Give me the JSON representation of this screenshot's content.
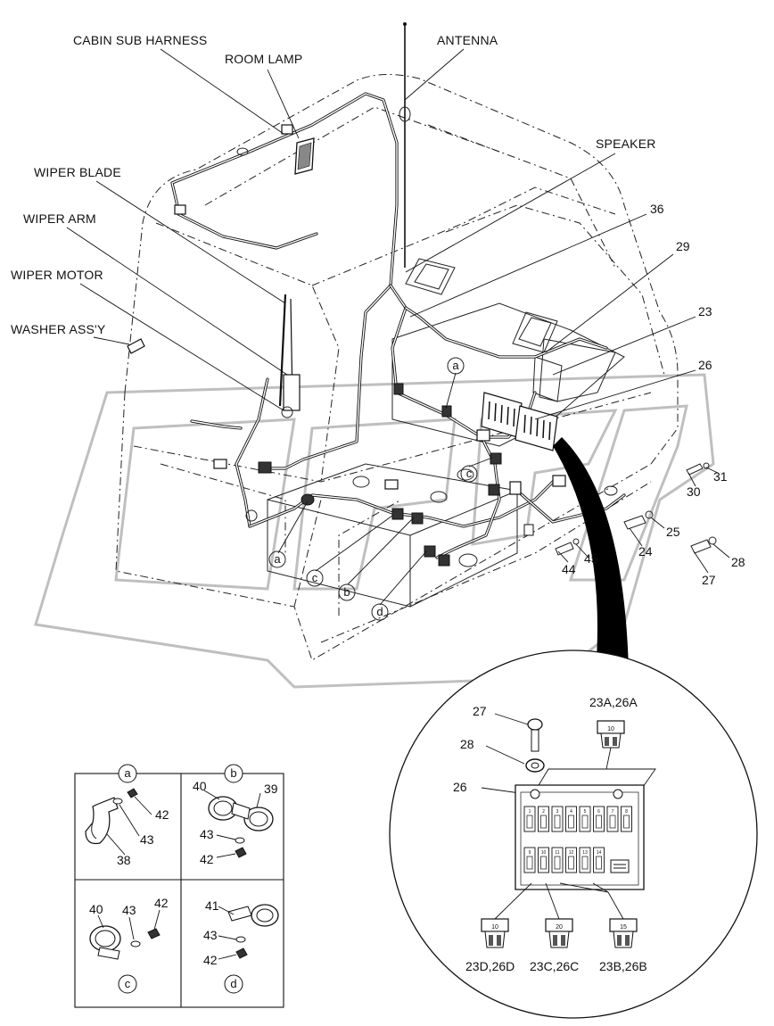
{
  "labels": {
    "cabin_sub_harness": "CABIN SUB HARNESS",
    "room_lamp": "ROOM LAMP",
    "antenna": "ANTENNA",
    "speaker": "SPEAKER",
    "wiper_blade": "WIPER BLADE",
    "wiper_arm": "WIPER ARM",
    "wiper_motor": "WIPER MOTOR",
    "washer_assy": "WASHER ASS'Y"
  },
  "part_numbers": {
    "p36": "36",
    "p29": "29",
    "p23": "23",
    "p26": "26",
    "p31": "31",
    "p30": "30",
    "p25": "25",
    "p24": "24",
    "p28": "28",
    "p27": "27",
    "p45": "45",
    "p44": "44"
  },
  "clamp_refs": {
    "a": "a",
    "b": "b",
    "c": "c",
    "d": "d"
  },
  "detail_panels": {
    "a": {
      "letter": "a",
      "parts": [
        "42",
        "43",
        "38"
      ]
    },
    "b": {
      "letter": "b",
      "parts": [
        "40",
        "39",
        "43",
        "42"
      ]
    },
    "c": {
      "letter": "c",
      "parts": [
        "40",
        "43",
        "42"
      ]
    },
    "d": {
      "letter": "d",
      "parts": [
        "41",
        "43",
        "42"
      ]
    }
  },
  "fuse_detail": {
    "bolt": "27",
    "washer": "28",
    "box": "26",
    "top_fuse": "23A,26A",
    "fuse_d": "23D,26D",
    "fuse_c": "23C,26C",
    "fuse_b": "23B,26B",
    "fuse_top_numbers": [
      "1",
      "2",
      "3",
      "4",
      "5",
      "6",
      "7",
      "8"
    ],
    "fuse_bottom_numbers": [
      "9",
      "10",
      "11",
      "12",
      "13",
      "14"
    ],
    "fuse_value_top": "10",
    "fuse_value_d": "10",
    "fuse_value_c": "20",
    "fuse_value_b": "15"
  },
  "colors": {
    "line": "#111111",
    "watermark": "#b9b9b9",
    "background": "#ffffff"
  }
}
